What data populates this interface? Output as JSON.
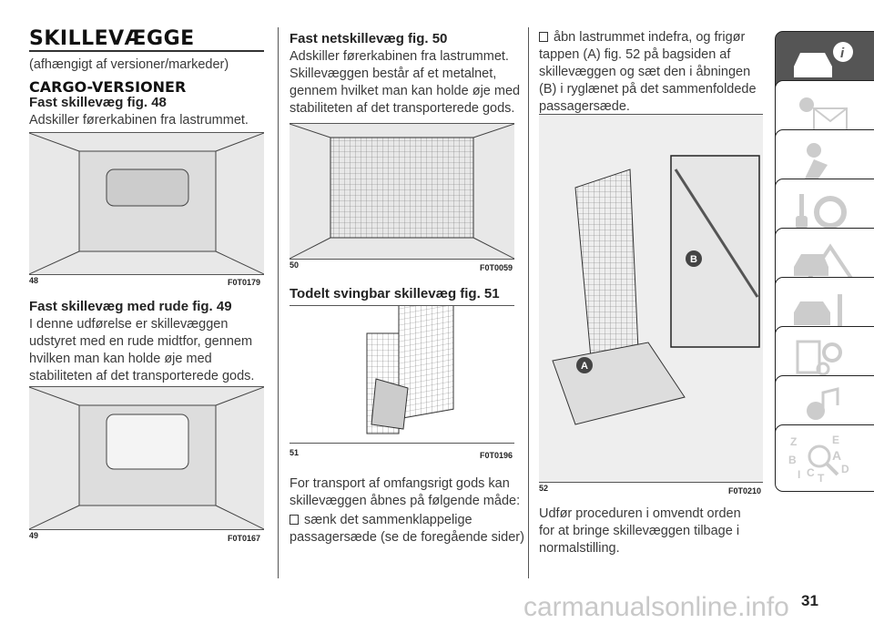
{
  "col1": {
    "title": "SKILLEVÆGGE",
    "subtitle": "(afhængigt af versioner/markeder)",
    "section": "CARGO-VERSIONER",
    "h_fig48": "Fast skillevæg fig. 48",
    "p_fig48": "Adskiller førerkabinen fra lastrummet.",
    "fig48": {
      "num": "48",
      "code": "F0T0179"
    },
    "h_fig49": "Fast skillevæg med rude fig. 49",
    "p_fig49": [
      "I denne udførelse er skillevæggen",
      "udstyret med en rude midtfor, gennem",
      "hvilken man kan holde øje med",
      "stabiliteten af det transporterede gods."
    ],
    "fig49": {
      "num": "49",
      "code": "F0T0167"
    }
  },
  "col2": {
    "h_fig50": "Fast netskillevæg fig. 50",
    "p_fig50": [
      "Adskiller førerkabinen fra lastrummet.",
      "Skillevæggen består af et metalnet,",
      "gennem hvilket man kan holde øje med",
      "stabiliteten af det transporterede gods."
    ],
    "fig50": {
      "num": "50",
      "code": "F0T0059"
    },
    "h_fig51": "Todelt svingbar skillevæg fig. 51",
    "fig51": {
      "num": "51",
      "code": "F0T0196"
    },
    "p_after": [
      "For transport af omfangsrigt gods kan",
      "skillevæggen åbnes på følgende måde:"
    ],
    "bullet1": [
      "sænk det sammenklappelige",
      "passagersæde (se de foregående sider)"
    ]
  },
  "col3": {
    "bullet2": [
      "åbn lastrummet indefra, og frigør",
      "tappen (A) fig. 52 på bagsiden af",
      "skillevæggen og sæt den i åbningen",
      "(B) i ryglænet på det sammenfoldede",
      "passagersæde."
    ],
    "fig52": {
      "num": "52",
      "code": "F0T0210",
      "label_a": "A",
      "label_b": "B"
    },
    "p_end": [
      "Udfør proceduren i omvendt orden",
      "for at bringe skillevæggen tilbage i",
      "normalstilling."
    ]
  },
  "tabs": [
    {
      "icon": "car-info-icon",
      "active": true
    },
    {
      "icon": "warning-lights-icon"
    },
    {
      "icon": "airbag-seat-icon"
    },
    {
      "icon": "key-steering-icon"
    },
    {
      "icon": "emergency-triangle-icon"
    },
    {
      "icon": "car-maintenance-icon"
    },
    {
      "icon": "technical-data-icon"
    },
    {
      "icon": "multimedia-icon"
    },
    {
      "icon": "index-search-icon"
    }
  ],
  "page_number": "31",
  "watermark": "carmanualsonline.info",
  "tab_letters": [
    "Z",
    "E",
    "B",
    "A",
    "I",
    "C",
    "T",
    "D"
  ]
}
